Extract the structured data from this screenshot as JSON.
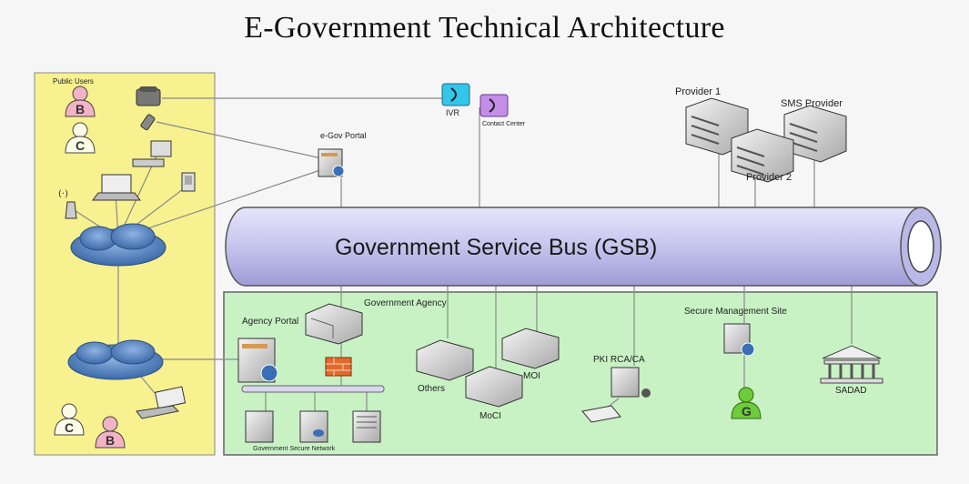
{
  "title": "E-Government Technical Architecture",
  "public_users": {
    "label": "Public Users",
    "avatar_b": "B",
    "avatar_c": "C"
  },
  "top": {
    "ivr": "IVR",
    "contact_center": "Contact Center",
    "egov_portal": "e-Gov Portal"
  },
  "providers": {
    "p1": "Provider 1",
    "p2": "Provider 2",
    "sms": "SMS Provider"
  },
  "bus": {
    "label": "Government Service Bus (GSB)"
  },
  "lower": {
    "agency_portal": "Agency Portal",
    "gov_agency": "Government Agency",
    "others": "Others",
    "moi": "MOI",
    "moci": "MoCI",
    "pki": "PKI RCA/CA",
    "secure_site": "Secure Management Site",
    "sadad": "SADAD",
    "secure_network": "Government Secure Network",
    "g_avatar": "G"
  },
  "colors": {
    "public_zone": "#f7f18f",
    "gov_zone": "#c8f2c4",
    "bus": "#c9c8ee",
    "avatar_pink": "#f2b3c6",
    "avatar_green": "#6ecb3a"
  }
}
